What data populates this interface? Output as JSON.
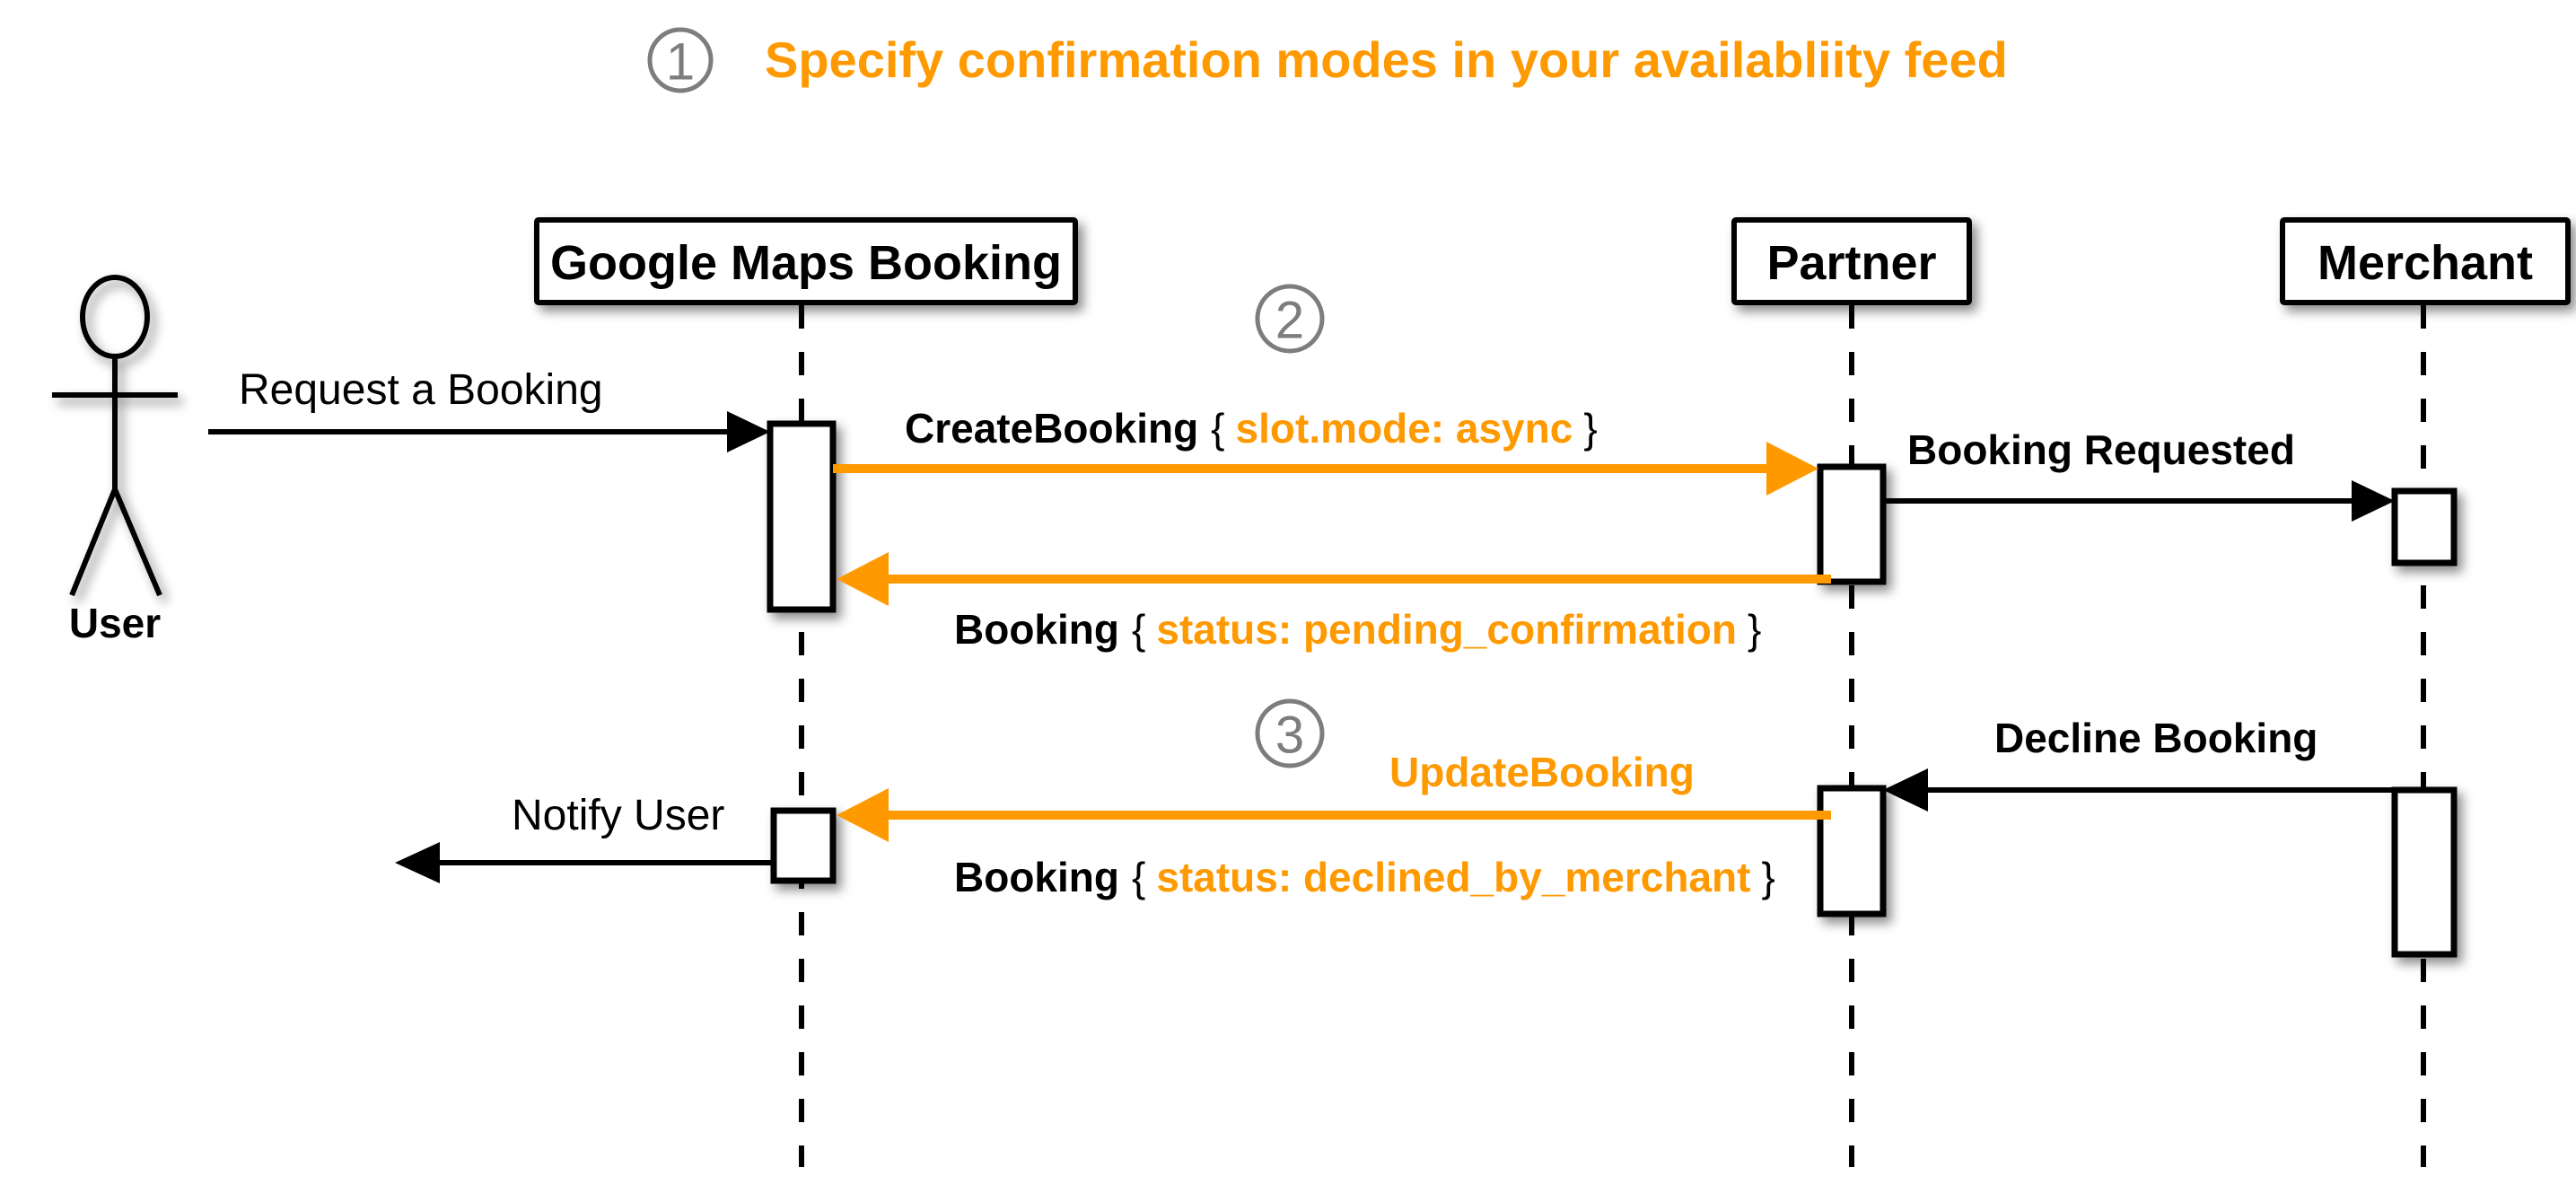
{
  "colors": {
    "orange": "#FF9900",
    "black": "#000000",
    "gray": "#7d7d7d",
    "background": "#ffffff"
  },
  "header": {
    "step_number": "1",
    "title": "Specify confirmation modes in your availabliity feed"
  },
  "steps": [
    {
      "number": "1"
    },
    {
      "number": "2"
    },
    {
      "number": "3"
    }
  ],
  "actor": {
    "label": "User"
  },
  "participants": [
    {
      "id": "gmb",
      "label": "Google Maps Booking"
    },
    {
      "id": "partner",
      "label": "Partner"
    },
    {
      "id": "merchant",
      "label": "Merchant"
    }
  ],
  "messages": [
    {
      "id": "request-a-booking",
      "text": "Request a Booking",
      "from": "user",
      "to": "gmb",
      "color": "black",
      "weight": "regular"
    },
    {
      "id": "create-booking",
      "prefix": "CreateBooking",
      "open_brace": "{",
      "payload": "slot.mode: async",
      "close_brace": "}",
      "from": "gmb",
      "to": "partner",
      "color": "orange",
      "weight": "bold"
    },
    {
      "id": "booking-requested",
      "text": "Booking Requested",
      "from": "partner",
      "to": "merchant",
      "color": "black",
      "weight": "bold"
    },
    {
      "id": "booking-pending-confirmation",
      "prefix": "Booking",
      "open_brace": "{",
      "payload": "status: pending_confirmation",
      "close_brace": "}",
      "from": "partner",
      "to": "gmb",
      "color": "orange",
      "weight": "bold"
    },
    {
      "id": "decline-booking",
      "text": "Decline Booking",
      "from": "merchant",
      "to": "partner",
      "color": "black",
      "weight": "bold"
    },
    {
      "id": "update-booking",
      "prefix": "UpdateBooking",
      "payload_line": "Booking",
      "open_brace": "{",
      "payload": "status: declined_by_merchant",
      "close_brace": "}",
      "from": "partner",
      "to": "gmb",
      "color": "orange",
      "weight": "bold"
    },
    {
      "id": "notify-user",
      "text": "Notify User",
      "from": "gmb",
      "to": "user",
      "color": "black",
      "weight": "regular"
    }
  ],
  "labels": {
    "request_a_booking": "Request a Booking",
    "create_booking_name": "CreateBooking",
    "create_booking_brace_open": "{",
    "create_booking_payload": "slot.mode: async",
    "create_booking_brace_close": "}",
    "booking_requested": "Booking Requested",
    "booking_name_1": "Booking",
    "booking_brace_open_1": "{",
    "booking_payload_1": "status: pending_confirmation",
    "booking_brace_close_1": "}",
    "decline_booking": "Decline Booking",
    "update_booking": "UpdateBooking",
    "booking_name_2": "Booking",
    "booking_brace_open_2": "{",
    "booking_payload_2": "status: declined_by_merchant",
    "booking_brace_close_2": "}",
    "notify_user": "Notify User",
    "user": "User",
    "gmb": "Google Maps Booking",
    "partner": "Partner",
    "merchant": "Merchant",
    "step1": "1",
    "step2": "2",
    "step3": "3"
  }
}
